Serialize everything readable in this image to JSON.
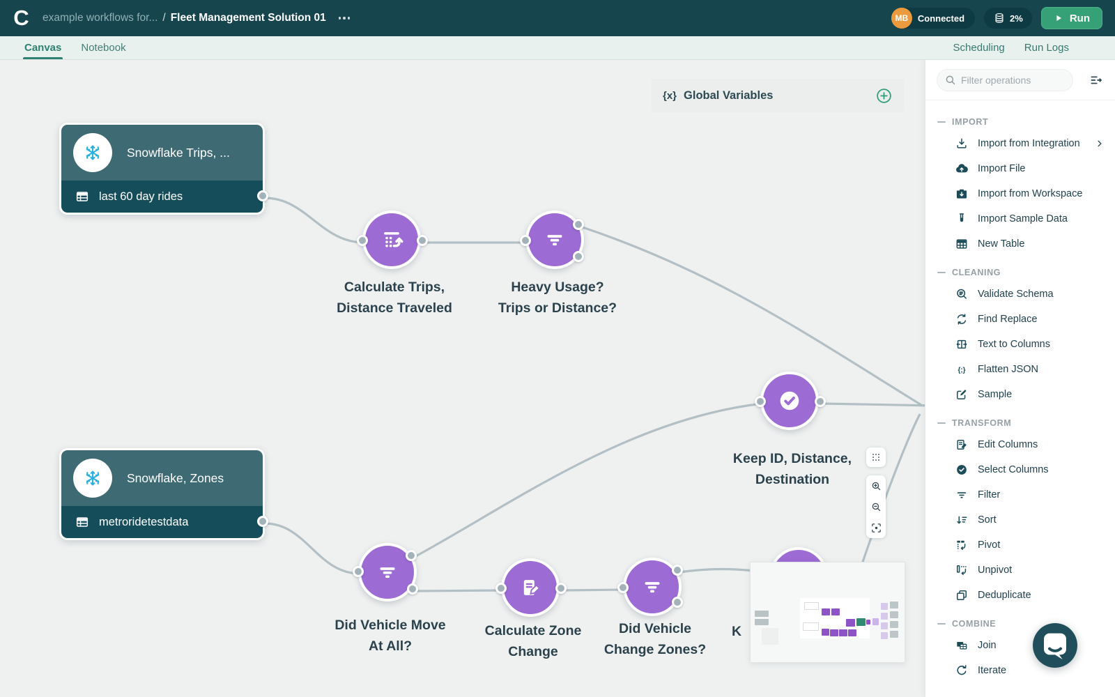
{
  "colors": {
    "header_bg": "#17454e",
    "accent_teal": "#2e8172",
    "accent_green": "#2f9e77",
    "node_purple": "#9c6bd4",
    "run_green": "#36a077",
    "avatar_orange": "#eb9b3d",
    "source_header": "#3e6a74",
    "source_body": "#164d5a",
    "snowflake_blue": "#2bb0e0"
  },
  "header": {
    "logo_text": "C",
    "breadcrumb": {
      "prefix": "example workflows for...",
      "separator": "/",
      "current": "Fleet Management Solution 01"
    },
    "avatar_initials": "MB",
    "connection_status": "Connected",
    "usage_percent": "2%",
    "run_label": "Run"
  },
  "tabs": {
    "canvas": "Canvas",
    "notebook": "Notebook",
    "scheduling": "Scheduling",
    "run_logs": "Run Logs"
  },
  "canvas": {
    "global_variables": {
      "icon_text": "{x}",
      "label": "Global Variables"
    },
    "nodes": [
      {
        "type": "source",
        "icon": "snowflake",
        "title": "Snowflake Trips, ...",
        "table_name": "last 60 day rides"
      },
      {
        "type": "source",
        "icon": "snowflake",
        "title": "Snowflake, Zones",
        "table_name": "metroridetestdata"
      },
      {
        "type": "operation",
        "icon": "calculate",
        "label_line1": "Calculate Trips,",
        "label_line2": "Distance Traveled"
      },
      {
        "type": "operation",
        "icon": "filter",
        "label_line1": "Heavy Usage?",
        "label_line2": "Trips or Distance?"
      },
      {
        "type": "operation",
        "icon": "select-check",
        "label_line1": "Keep ID, Distance,",
        "label_line2": "Destination"
      },
      {
        "type": "operation",
        "icon": "filter",
        "label_line1": "Did Vehicle Move",
        "label_line2": "At All?"
      },
      {
        "type": "operation",
        "icon": "edit-columns",
        "label_line1": "Calculate Zone",
        "label_line2": "Change"
      },
      {
        "type": "operation",
        "icon": "filter",
        "label_line1": "Did Vehicle",
        "label_line2": "Change Zones?"
      },
      {
        "type": "operation",
        "icon": "hidden",
        "partial_label": "K"
      }
    ]
  },
  "sidebar": {
    "search_placeholder": "Filter operations",
    "sections": [
      {
        "title": "IMPORT",
        "items": [
          {
            "label": "Import from Integration",
            "icon": "import-integration",
            "has_chevron": true
          },
          {
            "label": "Import File",
            "icon": "import-file"
          },
          {
            "label": "Import from Workspace",
            "icon": "import-workspace"
          },
          {
            "label": "Import Sample Data",
            "icon": "import-sample"
          },
          {
            "label": "New Table",
            "icon": "new-table"
          }
        ]
      },
      {
        "title": "CLEANING",
        "items": [
          {
            "label": "Validate Schema",
            "icon": "validate-schema"
          },
          {
            "label": "Find Replace",
            "icon": "find-replace"
          },
          {
            "label": "Text to Columns",
            "icon": "text-to-columns"
          },
          {
            "label": "Flatten JSON",
            "icon": "flatten-json"
          },
          {
            "label": "Sample",
            "icon": "sample"
          }
        ]
      },
      {
        "title": "TRANSFORM",
        "items": [
          {
            "label": "Edit Columns",
            "icon": "edit-columns"
          },
          {
            "label": "Select Columns",
            "icon": "select-columns"
          },
          {
            "label": "Filter",
            "icon": "filter"
          },
          {
            "label": "Sort",
            "icon": "sort"
          },
          {
            "label": "Pivot",
            "icon": "pivot"
          },
          {
            "label": "Unpivot",
            "icon": "unpivot"
          },
          {
            "label": "Deduplicate",
            "icon": "deduplicate"
          }
        ]
      },
      {
        "title": "COMBINE",
        "items": [
          {
            "label": "Join",
            "icon": "join"
          },
          {
            "label": "Iterate",
            "icon": "iterate"
          }
        ]
      }
    ]
  }
}
